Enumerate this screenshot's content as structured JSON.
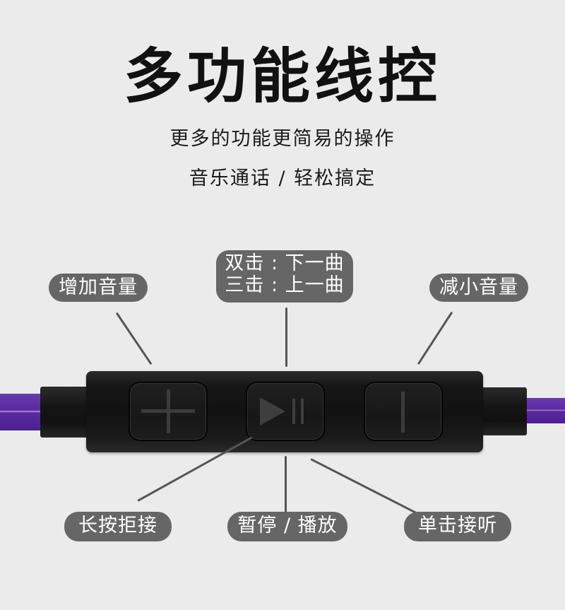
{
  "header": {
    "title": "多功能线控",
    "subtitle_1": "更多的功能更简易的操作",
    "subtitle_2": "音乐通话 / 轻松搞定"
  },
  "callouts": {
    "volume_up": "增加音量",
    "track_line1": "双击 : 下一曲",
    "track_line2": "三击 : 上一曲",
    "volume_down": "减小音量",
    "long_press": "长按拒接",
    "play_pause": "暂停 / 播放",
    "single_press": "单击接听"
  },
  "remote": {
    "buttons": [
      {
        "icon": "plus-icon",
        "function": "volume_up"
      },
      {
        "icon": "play-pause-icon",
        "function": "play_pause"
      },
      {
        "icon": "minus-icon",
        "function": "volume_down"
      }
    ],
    "cable_color": "#5a2aa0",
    "body_color": "#151515"
  },
  "colors": {
    "background": "#ebebeb",
    "pill": "#666666",
    "pill_text": "#ffffff",
    "title": "#111111"
  }
}
